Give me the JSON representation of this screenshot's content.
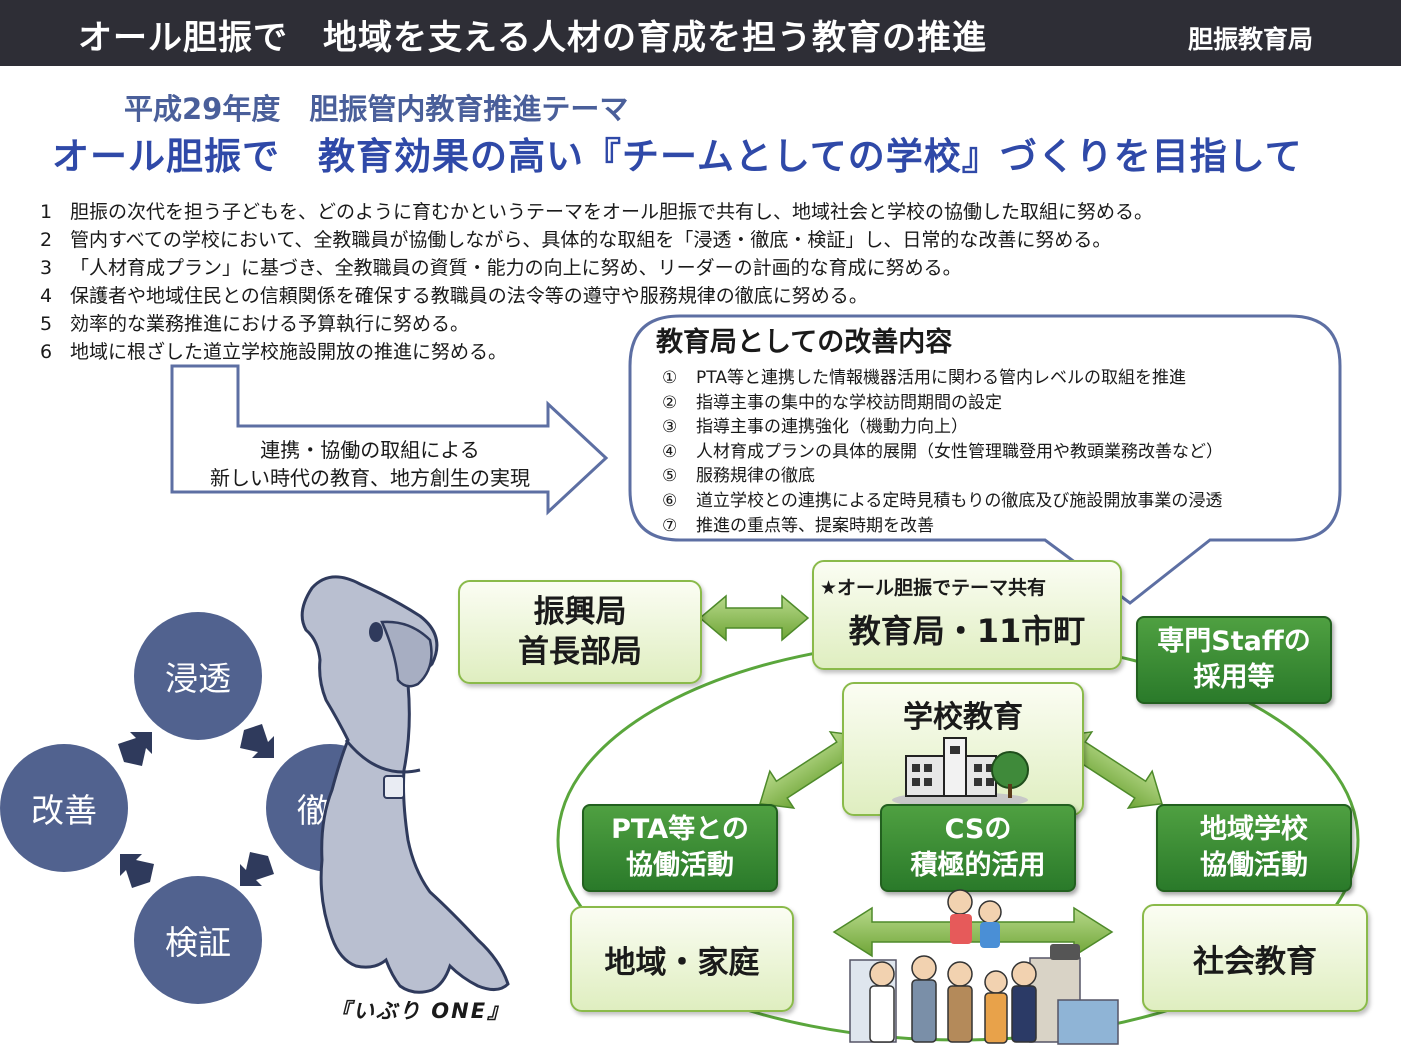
{
  "header": {
    "title": "オール胆振で　地域を支える人材の育成を担う教育の推進",
    "organization": "胆振教育局"
  },
  "theme": {
    "year_label": "平成29年度　胆振管内教育推進テーマ",
    "main": "オール胆振で　教育効果の高い『チームとしての学校』づくりを目指して"
  },
  "policies": [
    {
      "num": "1",
      "text": "胆振の次代を担う子どもを、どのように育むかというテーマをオール胆振で共有し、地域社会と学校の協働した取組に努める。"
    },
    {
      "num": "2",
      "text": "管内すべての学校において、全教職員が協働しながら、具体的な取組を「浸透・徹底・検証」し、日常的な改善に努める。"
    },
    {
      "num": "3",
      "text": "「人材育成プラン」に基づき、全教職員の資質・能力の向上に努め、リーダーの計画的な育成に努める。"
    },
    {
      "num": "4",
      "text": "保護者や地域住民との信頼関係を確保する教職員の法令等の遵守や服務規律の徹底に努める。"
    },
    {
      "num": "5",
      "text": "効率的な業務推進における予算執行に努める。"
    },
    {
      "num": "6",
      "text": "地域に根ざした道立学校施設開放の推進に努める。"
    }
  ],
  "banner": {
    "line1": "連携・協働の取組による",
    "line2": "新しい時代の教育、地方創生の実現"
  },
  "bubble": {
    "title": "教育局としての改善内容",
    "items": [
      {
        "num": "①",
        "text": "PTA等と連携した情報機器活用に関わる管内レベルの取組を推進"
      },
      {
        "num": "②",
        "text": "指導主事の集中的な学校訪問期間の設定"
      },
      {
        "num": "③",
        "text": "指導主事の連携強化（機動力向上）"
      },
      {
        "num": "④",
        "text": "人材育成プランの具体的展開（女性管理職登用や教頭業務改善など）"
      },
      {
        "num": "⑤",
        "text": "服務規律の徹底"
      },
      {
        "num": "⑥",
        "text": "道立学校との連携による定時見積もりの徹底及び施設開放事業の浸透"
      },
      {
        "num": "⑦",
        "text": "推進の重点等、提案時期を改善"
      }
    ]
  },
  "cycle": {
    "top": "浸透",
    "right": "徹底",
    "bottom": "検証",
    "left": "改善",
    "color": "#51628f"
  },
  "mascot": {
    "caption": "『いぶり ONE』",
    "icon": "dog-mascot-icon"
  },
  "diagram": {
    "shinkokyoku": {
      "line1": "振興局",
      "line2": "首長部局"
    },
    "kyoikukyoku": {
      "note": "★オール胆振でテーマ共有",
      "label": "教育局・11市町"
    },
    "staff": {
      "line1": "専門Staffの",
      "line2": "採用等"
    },
    "gakko": {
      "label": "学校教育",
      "icon": "school-building-icon"
    },
    "pta": {
      "line1": "PTA等との",
      "line2": "協働活動"
    },
    "cs": {
      "line1": "CSの",
      "line2": "積極的活用"
    },
    "chiiki_gakko": {
      "line1": "地域学校",
      "line2": "協働活動"
    },
    "chiiki_katei": {
      "label": "地域・家庭"
    },
    "shakai": {
      "label": "社会教育"
    },
    "community_icon": "community-people-icon",
    "colors": {
      "light_green": "#dfeec0",
      "dark_green": "#2a7a2a",
      "arrow_green": "#8dbf4c"
    }
  }
}
